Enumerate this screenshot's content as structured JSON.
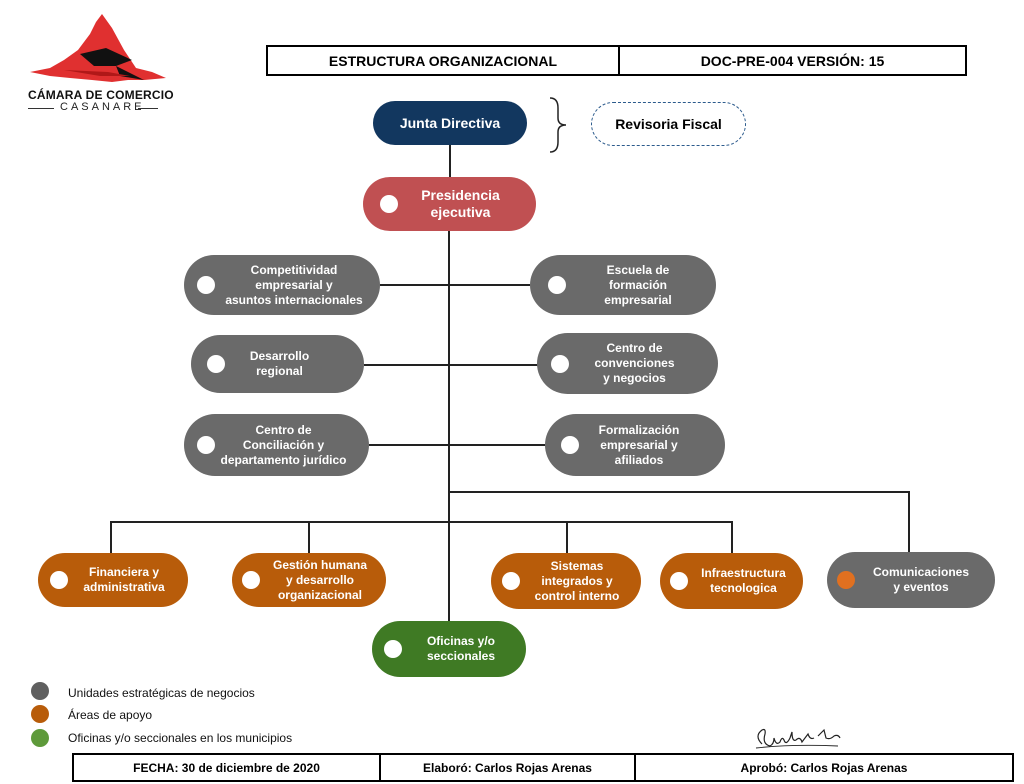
{
  "logo": {
    "name_line1": "CÁMARA DE COMERCIO",
    "name_line2": "CASANARE",
    "bird_color": "#e03030"
  },
  "header": {
    "title": "ESTRUCTURA ORGANIZACIONAL",
    "doc": "DOC-PRE-004  VERSIÓN: 15"
  },
  "top": {
    "board": "Junta Directiva",
    "fiscal": "Revisoria Fiscal",
    "presidency": "Presidencia\nejecutiva"
  },
  "strategic_units": [
    "Competitividad\nempresarial y\nasuntos internacionales",
    "Escuela de\nformación\nempresarial",
    "Desarrollo\nregional",
    "Centro de\nconvenciones\ny negocios",
    "Centro de\nConciliación y\ndepartamento jurídico",
    "Formalización\nempresarial y\nafiliados"
  ],
  "support_areas": [
    "Financiera y\nadministrativa",
    "Gestión humana\ny  desarrollo\norganizacional",
    "Sistemas\nintegrados y\ncontrol interno",
    "Infraestructura\ntecnologica",
    "Comunicaciones\ny eventos"
  ],
  "offices": "Oficinas y/o\nseccionales",
  "legend": [
    {
      "label": "Unidades estratégicas de negocios",
      "color": "#5f5f5f"
    },
    {
      "label": "Áreas de apoyo",
      "color": "#b85c0a"
    },
    {
      "label": "Oficinas y/o seccionales en los municipios",
      "color": "#5e9a3a"
    }
  ],
  "colors": {
    "strategic": "#6a6a6a",
    "support": "#b85c0a",
    "offices": "#3f7a24",
    "presidency": "#c05052",
    "board": "#12375f",
    "comms_dot": "#e07020"
  },
  "footer": {
    "date": "FECHA: 30 de diciembre de 2020",
    "prepared": "Elaboró: Carlos Rojas Arenas",
    "approved": "Aprobó: Carlos Rojas Arenas"
  }
}
